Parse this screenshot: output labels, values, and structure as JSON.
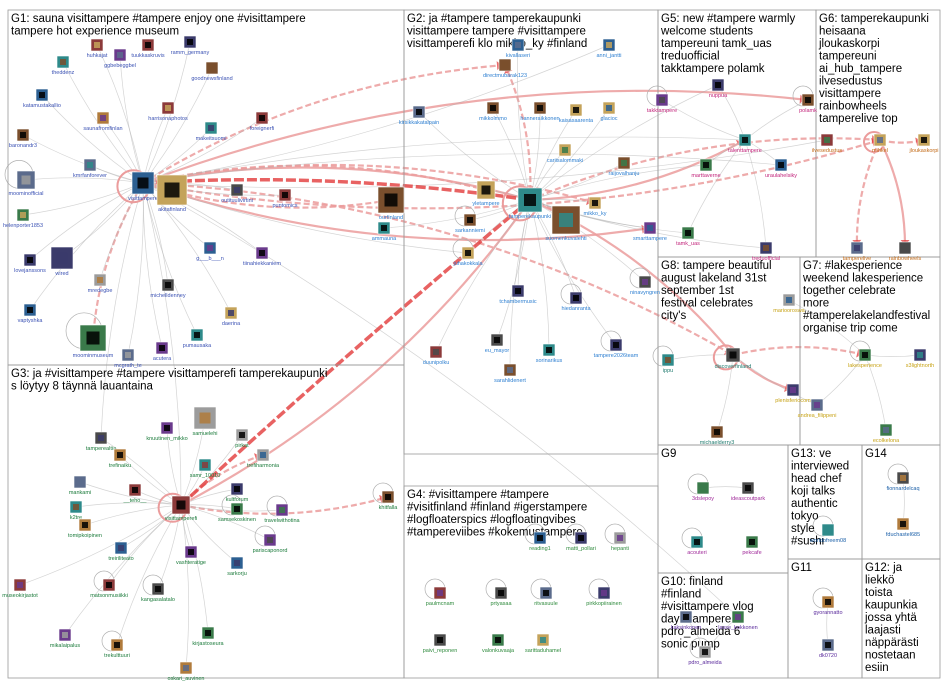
{
  "colors": {
    "box_border": "#9a9a9a",
    "edge_gray": "#b0b0b0",
    "edge_red": "#e23b3b",
    "edge_red_light": "#eb9c9c",
    "node_red": "#f0a0a0",
    "node_orange": "#f5c58a"
  },
  "groups": [
    {
      "id": "G1",
      "label": "G1: sauna visittampere #tampere enjoy one #visittampere tampere hot experience museum",
      "label_color": "#3b52b4"
    },
    {
      "id": "G2",
      "label": "G2: ja #tampere tamperekaupunki visittampere tampere #visittampere visittamperefi klo mikko_ky #finland",
      "label_color": "#2d7fd1"
    },
    {
      "id": "G3",
      "label": "G3: ja #visittampere #tampere visittamperefi tamperekaupunki s löytyy 8 täynnä lauantaina",
      "label_color": "#1a7a3a"
    },
    {
      "id": "G4",
      "label": "G4: #visittampere #tampere #visitfinland #finland #igerstampere #logfloaterspics #logfloatingvibes #tampereviibes #kokemustampere",
      "label_color": "#2e8a3c"
    },
    {
      "id": "G5",
      "label": "G5: new #tampere warmly welcome students tampereuni tamk_uas treduofficial takktampere polamk",
      "label_color": "#c2237a"
    },
    {
      "id": "G6",
      "label": "G6: tamperekaupunki heisaana jloukaskorpi tampereuni ai_hub_tampere ilvesedustus visittampere rainbowheels tamperelive top",
      "label_color": "#c26a17"
    },
    {
      "id": "G7",
      "label": "G7: #lakesperience weekend lakesperience together celebrate more #tamperelakelandfestival organise trip come",
      "label_color": "#c7a214"
    },
    {
      "id": "G8",
      "label": "G8: tampere beautiful august lakeland 31st september 1st festival celebrates city's",
      "label_color": "#1f7a6e"
    },
    {
      "id": "G9",
      "label": "G9",
      "label_color": "#a02a9a"
    },
    {
      "id": "G10",
      "label": "G10: finland #finland #visittampere vlog day #tampere pdro_almeida 6 sonic pump",
      "label_color": "#5a2a9c"
    },
    {
      "id": "G11",
      "label": "G11",
      "label_color": "#5a2a9c"
    },
    {
      "id": "G12",
      "label": "G12: ja liekkö toista kaupunkia jossa yhtä laajasti näppärästi nostetaan esiin",
      "label_color": "#5a2a9c"
    },
    {
      "id": "G13",
      "label": "G13: ve interviewed head chef koji talks authentic tokyo style #sushi",
      "label_color": "#1a5fa8"
    },
    {
      "id": "G14",
      "label": "G14",
      "label_color": "#1a5fa8"
    }
  ],
  "nodes": [
    {
      "name": "huhkajat",
      "group": "G1"
    },
    {
      "name": "ggbebeggbel",
      "group": "G1"
    },
    {
      "name": "tuukkaskruvis",
      "group": "G1"
    },
    {
      "name": "ramm_germany",
      "group": "G1"
    },
    {
      "name": "theddenz",
      "group": "G1"
    },
    {
      "name": "goodnewsfinland",
      "group": "G1"
    },
    {
      "name": "katamustakallio",
      "group": "G1"
    },
    {
      "name": "saunafromfinlan",
      "group": "G1"
    },
    {
      "name": "harrisonaphotos",
      "group": "G1"
    },
    {
      "name": "foreignerfi",
      "group": "G1"
    },
    {
      "name": "baronandr3",
      "group": "G1"
    },
    {
      "name": "makeitsuomi",
      "group": "G1"
    },
    {
      "name": "kmrfanforever",
      "group": "G1"
    },
    {
      "name": "moominofficial",
      "group": "G1"
    },
    {
      "name": "visittampere",
      "group": "G1"
    },
    {
      "name": "akitafinland",
      "group": "G1"
    },
    {
      "name": "outituulivirtini",
      "group": "G1"
    },
    {
      "name": "puntomics",
      "group": "G1"
    },
    {
      "name": "helenporter1853",
      "group": "G1"
    },
    {
      "name": "g___b___n",
      "group": "G1"
    },
    {
      "name": "lovejanssons",
      "group": "G1"
    },
    {
      "name": "wired",
      "group": "G1"
    },
    {
      "name": "tiinahiekkaniem",
      "group": "G1"
    },
    {
      "name": "mredegbe",
      "group": "G1"
    },
    {
      "name": "michelldenney",
      "group": "G1"
    },
    {
      "name": "vaptyshka",
      "group": "G1"
    },
    {
      "name": "daerina",
      "group": "G1"
    },
    {
      "name": "pumausaka",
      "group": "G1"
    },
    {
      "name": "moominmuseum",
      "group": "G1"
    },
    {
      "name": "mcgrath_te",
      "group": "G1"
    },
    {
      "name": "acutera",
      "group": "G1"
    },
    {
      "name": "kivallaseri",
      "group": "G2"
    },
    {
      "name": "anni_jantti",
      "group": "G2"
    },
    {
      "name": "directmubarak123",
      "group": "G2"
    },
    {
      "name": "mikkolmmo",
      "group": "G2"
    },
    {
      "name": "kirsikkakatalpain",
      "group": "G2"
    },
    {
      "name": "hanneraikkonen",
      "group": "G2"
    },
    {
      "name": "kaisasaarenta",
      "group": "G2"
    },
    {
      "name": "glacioc",
      "group": "G2"
    },
    {
      "name": "cariisalommaki",
      "group": "G2"
    },
    {
      "name": "raijovalhanju",
      "group": "G2"
    },
    {
      "name": "ourfinland",
      "group": "G2"
    },
    {
      "name": "yletampere",
      "group": "G2"
    },
    {
      "name": "tamperekaupunki",
      "group": "G2"
    },
    {
      "name": "mikko_ky",
      "group": "G2"
    },
    {
      "name": "sarkanniemi",
      "group": "G2"
    },
    {
      "name": "suomenkuvalehti",
      "group": "G2"
    },
    {
      "name": "smarttampere",
      "group": "G2"
    },
    {
      "name": "ammauna",
      "group": "G2"
    },
    {
      "name": "juhakokkala",
      "group": "G2"
    },
    {
      "name": "ninavyngren",
      "group": "G2"
    },
    {
      "name": "tchambermusic",
      "group": "G2"
    },
    {
      "name": "hiedanranta",
      "group": "G2"
    },
    {
      "name": "duunipolku",
      "group": "G2"
    },
    {
      "name": "eu_mayor",
      "group": "G2"
    },
    {
      "name": "sarahlidenert",
      "group": "G2"
    },
    {
      "name": "sorinarikus",
      "group": "G2"
    },
    {
      "name": "tampere2026team",
      "group": "G2"
    },
    {
      "name": "tamperealtia",
      "group": "G3"
    },
    {
      "name": "knuutinen_mikko",
      "group": "G3"
    },
    {
      "name": "samuelehi",
      "group": "G3"
    },
    {
      "name": "trefinaiku",
      "group": "G3"
    },
    {
      "name": "pirkat",
      "group": "G3"
    },
    {
      "name": "trefiharmonia",
      "group": "G3"
    },
    {
      "name": "mankami",
      "group": "G3"
    },
    {
      "name": "samr_10010",
      "group": "G3"
    },
    {
      "name": "__teho__",
      "group": "G3"
    },
    {
      "name": "k2tre",
      "group": "G3"
    },
    {
      "name": "kultforum",
      "group": "G3"
    },
    {
      "name": "tomipkoipinen",
      "group": "G3"
    },
    {
      "name": "visittamperefi",
      "group": "G3"
    },
    {
      "name": "samsekoskinen",
      "group": "G3"
    },
    {
      "name": "travelwithotina",
      "group": "G3"
    },
    {
      "name": "khitfalla",
      "group": "G3"
    },
    {
      "name": "treiriliteato",
      "group": "G3"
    },
    {
      "name": "vashteratige",
      "group": "G3"
    },
    {
      "name": "pariscaponord",
      "group": "G3"
    },
    {
      "name": "sarkorju",
      "group": "G3"
    },
    {
      "name": "museokirjastot",
      "group": "G3"
    },
    {
      "name": "matsonmusiikki",
      "group": "G3"
    },
    {
      "name": "kangasalatalo",
      "group": "G3"
    },
    {
      "name": "mikalaipalus",
      "group": "G3"
    },
    {
      "name": "kirjastoseura",
      "group": "G3"
    },
    {
      "name": "trekulttuuri",
      "group": "G3"
    },
    {
      "name": "oskari_auvinen",
      "group": "G3"
    },
    {
      "name": "reading1",
      "group": "G4"
    },
    {
      "name": "matti_pollari",
      "group": "G4"
    },
    {
      "name": "hepanti",
      "group": "G4"
    },
    {
      "name": "paulmcnam",
      "group": "G4"
    },
    {
      "name": "prtyasaa",
      "group": "G4"
    },
    {
      "name": "ritvasuule",
      "group": "G4"
    },
    {
      "name": "pirkkopiirainen",
      "group": "G4"
    },
    {
      "name": "paivi_reponen",
      "group": "G4"
    },
    {
      "name": "valonkuvaaja",
      "group": "G4"
    },
    {
      "name": "sarittaduhamel",
      "group": "G4"
    },
    {
      "name": "takktampere",
      "group": "G5"
    },
    {
      "name": "nuppua",
      "group": "G5"
    },
    {
      "name": "polamk",
      "group": "G5"
    },
    {
      "name": "talenttampere",
      "group": "G5"
    },
    {
      "name": "marttaverne",
      "group": "G5"
    },
    {
      "name": "uraulahelsiky",
      "group": "G5"
    },
    {
      "name": "tamk_uas",
      "group": "G5"
    },
    {
      "name": "treduofficial",
      "group": "G5"
    },
    {
      "name": "ilvesedustus",
      "group": "G6"
    },
    {
      "name": "mihkel",
      "group": "G6"
    },
    {
      "name": "jloukaskorpi",
      "group": "G6"
    },
    {
      "name": "tamperelive",
      "group": "G6"
    },
    {
      "name": "rainbowheels",
      "group": "G6"
    },
    {
      "name": "lakesperience",
      "group": "G7"
    },
    {
      "name": "s3lightnorth",
      "group": "G7"
    },
    {
      "name": "plenisferiocom",
      "group": "G7"
    },
    {
      "name": "andrea_filippeni",
      "group": "G7"
    },
    {
      "name": "ecolkelona",
      "group": "G7"
    },
    {
      "name": "mariooroswa",
      "group": "G7"
    },
    {
      "name": "ippu",
      "group": "G8"
    },
    {
      "name": "discoverfinland",
      "group": "G8"
    },
    {
      "name": "michaelderry3",
      "group": "G8"
    },
    {
      "name": "3dslepoy",
      "group": "G9"
    },
    {
      "name": "ideascoutpark",
      "group": "G9"
    },
    {
      "name": "acouteri",
      "group": "G9"
    },
    {
      "name": "pekcafe",
      "group": "G9"
    },
    {
      "name": "kaksinkonen",
      "group": "G10"
    },
    {
      "name": "lasse_kokkonen",
      "group": "G10"
    },
    {
      "name": "pdro_almeida",
      "group": "G10"
    },
    {
      "name": "worldofreem08",
      "group": "G13"
    },
    {
      "name": "fionnardelcaq",
      "group": "G14"
    },
    {
      "name": "fduchastel685",
      "group": "G14"
    },
    {
      "name": "gyorannatto",
      "group": "G11"
    },
    {
      "name": "dk0720",
      "group": "G11"
    }
  ]
}
